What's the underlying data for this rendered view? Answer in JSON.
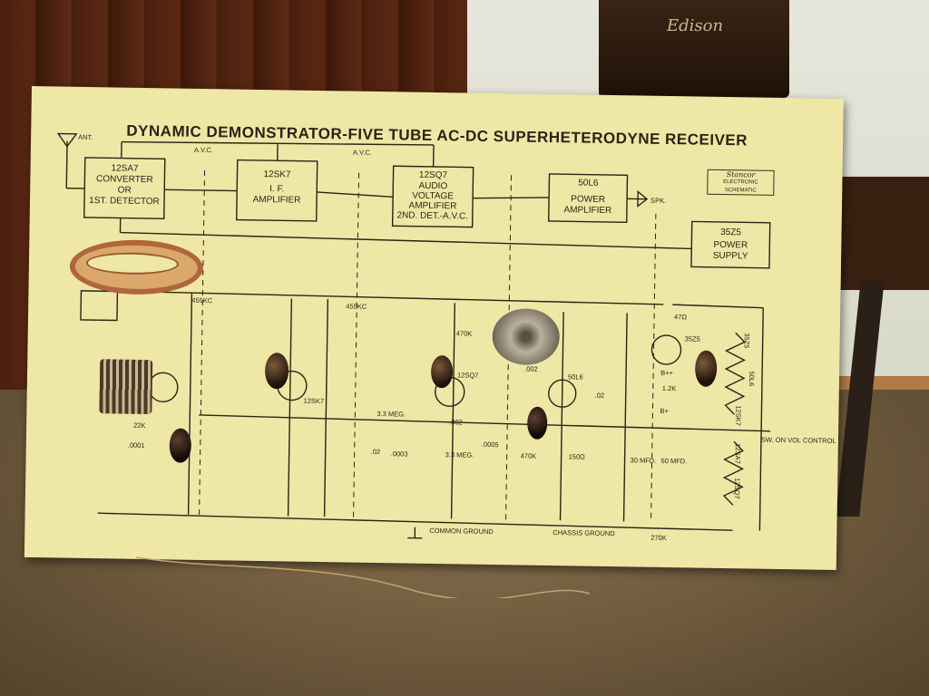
{
  "board": {
    "title": "DYNAMIC DEMONSTRATOR-FIVE TUBE AC-DC SUPERHETERODYNE RECEIVER",
    "logo_top": "Stancor",
    "logo_bottom": "ELECTRONIC SCHEMATIC"
  },
  "blocks": [
    {
      "l1": "12SA7",
      "l2": "CONVERTER",
      "l3": "OR",
      "l4": "1ST. DETECTOR"
    },
    {
      "l1": "12SK7",
      "l2": "I. F.",
      "l3": "AMPLIFIER",
      "l4": ""
    },
    {
      "l1": "12SQ7",
      "l2": "AUDIO",
      "l3": "VOLTAGE",
      "l4": "AMPLIFIER",
      "l5": "2ND. DET.-A.V.C."
    },
    {
      "l1": "50L6",
      "l2": "POWER",
      "l3": "AMPLIFIER"
    },
    {
      "l1": "35Z5",
      "l2": "POWER",
      "l3": "SUPPLY"
    }
  ],
  "labels": {
    "ant": "ANT.",
    "avc1": "A.V.C.",
    "avc2": "A.V.C.",
    "spk": "SPK.",
    "if1": "455KC",
    "if2": "455KC",
    "tube_12sk7": "12SK7",
    "tube_12sq7": "12SQ7",
    "tube_50l6": "50L6",
    "tube_35z5": "35Z5",
    "r_47": "47Ω",
    "r_470k_a": "470K",
    "r_470k_b": "470K",
    "r_22k": "22K",
    "c_0001": ".0001",
    "r_33meg_a": "3.3 MEG.",
    "r_33meg_b": "3.3 MEG.",
    "c_02_a": ".02",
    "c_0003": ".0003",
    "c_002_a": ".002",
    "c_002_b": ".002",
    "c_0005": ".0005",
    "c_02_b": ".02",
    "r_150": "150Ω",
    "r_12k": "1.2K",
    "bpp": "B++",
    "bp": "B+",
    "c_30mfd": "30 MFD.",
    "c_50mfd": "50 MFD.",
    "sw": "SW. ON VOL CONTROL",
    "v_35z5": "35Z5",
    "v_50l6": "50L6",
    "v_12sk7": "12SK7",
    "v_12sa7": "12SA7",
    "v_12sq7": "12SQ7",
    "common_ground": "COMMON GROUND",
    "chassis_ground": "CHASSIS GROUND",
    "r_270k": "270K"
  },
  "background": {
    "phonograph_brand": "Edison"
  }
}
